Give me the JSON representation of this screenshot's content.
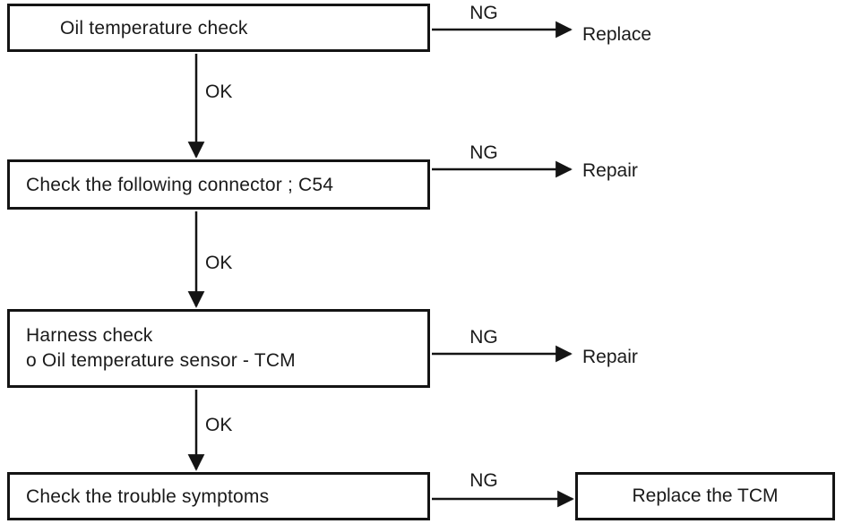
{
  "flowchart": {
    "steps": [
      {
        "lines": [
          "Oil temperature check"
        ],
        "ng_label": "NG",
        "ng_result": "Replace",
        "ok_label": "OK"
      },
      {
        "lines": [
          "Check the following connector ; C54"
        ],
        "ng_label": "NG",
        "ng_result": "Repair",
        "ok_label": "OK"
      },
      {
        "lines": [
          "Harness check",
          "o Oil temperature sensor - TCM"
        ],
        "ng_label": "NG",
        "ng_result": "Repair",
        "ok_label": "OK"
      },
      {
        "lines": [
          "Check the trouble symptoms"
        ],
        "ng_label": "NG",
        "ng_result": "Replace the TCM"
      }
    ],
    "colors": {
      "ink": "#1a1a1a",
      "line": "#141414",
      "background": "#ffffff"
    }
  }
}
